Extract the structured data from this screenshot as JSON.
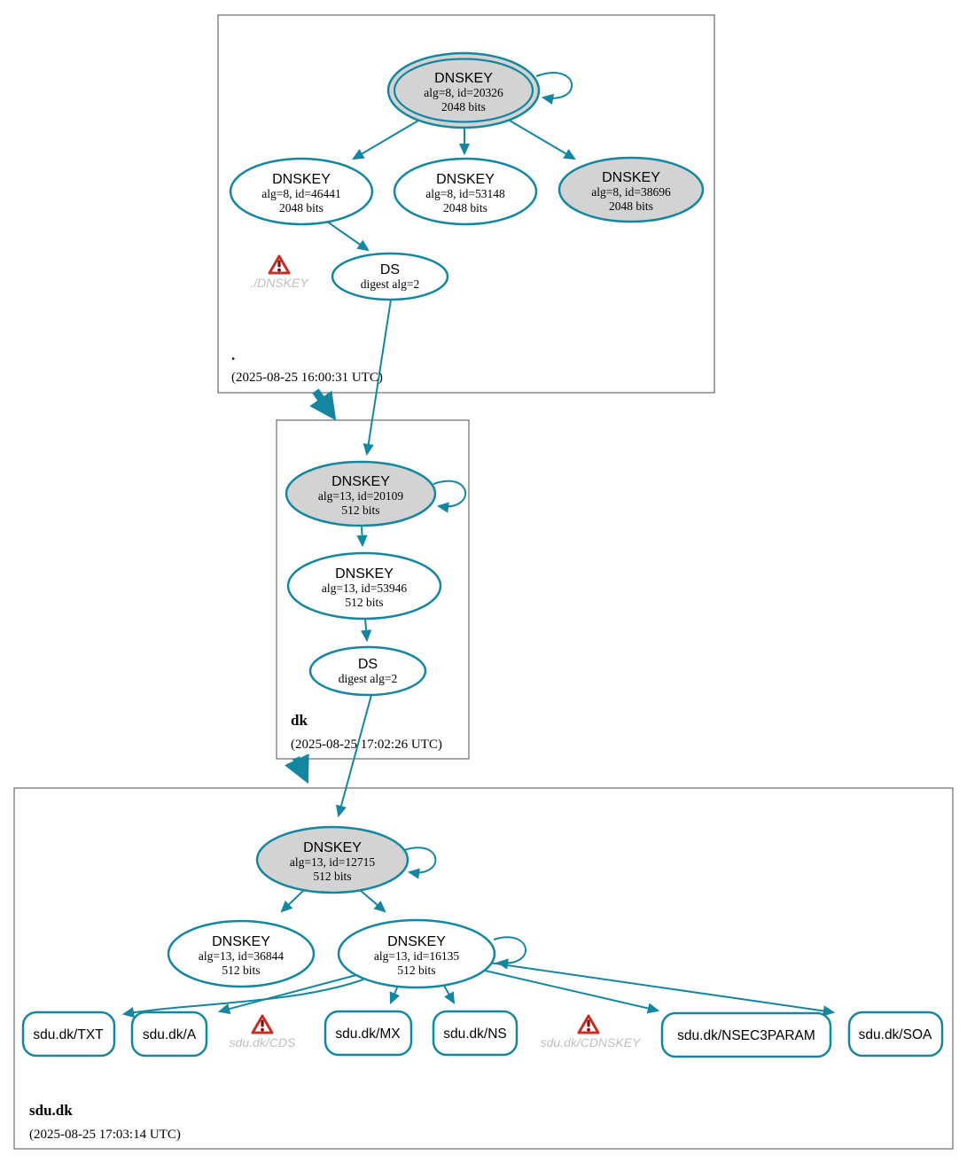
{
  "colors": {
    "edge_teal": "#1486a0",
    "ksk_fill": "#d3d3d3",
    "node_fill": "#ffffff",
    "zone_border_gray": "#6b6b6b",
    "warning_red": "#c43028",
    "muted_label_gray": "#bfbfbf"
  },
  "zones": [
    {
      "label": ".",
      "timestamp": "(2025-08-25 16:00:31 UTC)",
      "ksk": {
        "title": "DNSKEY",
        "detail": "alg=8, id=20326",
        "bits": "2048 bits"
      },
      "keys": [
        {
          "title": "DNSKEY",
          "detail": "alg=8, id=46441",
          "bits": "2048 bits"
        },
        {
          "title": "DNSKEY",
          "detail": "alg=8, id=53148",
          "bits": "2048 bits"
        },
        {
          "title": "DNSKEY",
          "detail": "alg=8, id=38696",
          "bits": "2048 bits"
        }
      ],
      "ds": {
        "title": "DS",
        "detail": "digest alg=2"
      },
      "warning_label": "./DNSKEY"
    },
    {
      "label": "dk",
      "timestamp": "(2025-08-25 17:02:26 UTC)",
      "ksk": {
        "title": "DNSKEY",
        "detail": "alg=13, id=20109",
        "bits": "512 bits"
      },
      "keys": [
        {
          "title": "DNSKEY",
          "detail": "alg=13, id=53946",
          "bits": "512 bits"
        }
      ],
      "ds": {
        "title": "DS",
        "detail": "digest alg=2"
      }
    },
    {
      "label": "sdu.dk",
      "timestamp": "(2025-08-25 17:03:14 UTC)",
      "ksk": {
        "title": "DNSKEY",
        "detail": "alg=13, id=12715",
        "bits": "512 bits"
      },
      "keys": [
        {
          "title": "DNSKEY",
          "detail": "alg=13, id=36844",
          "bits": "512 bits"
        },
        {
          "title": "DNSKEY",
          "detail": "alg=13, id=16135",
          "bits": "512 bits"
        }
      ],
      "rrsets": [
        {
          "label": "sdu.dk/TXT"
        },
        {
          "label": "sdu.dk/A"
        },
        {
          "label": "sdu.dk/MX"
        },
        {
          "label": "sdu.dk/NS"
        },
        {
          "label": "sdu.dk/NSEC3PARAM"
        },
        {
          "label": "sdu.dk/SOA"
        }
      ],
      "warnings": [
        {
          "label": "sdu.dk/CDS"
        },
        {
          "label": "sdu.dk/CDNSKEY"
        }
      ]
    }
  ]
}
